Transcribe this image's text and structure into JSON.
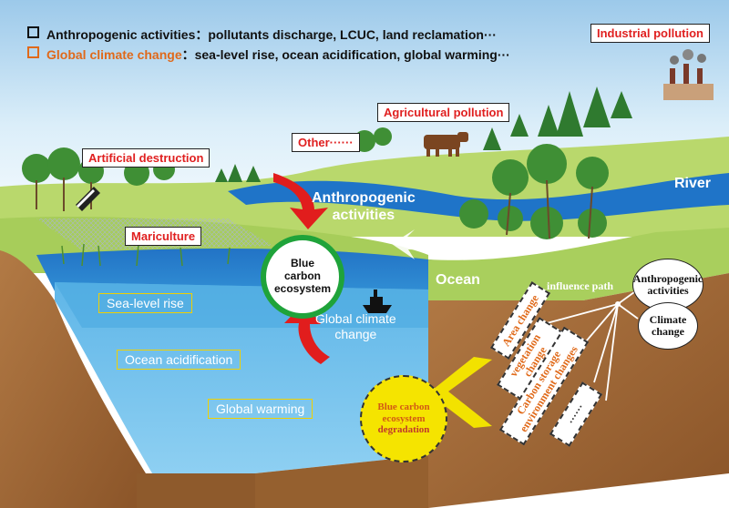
{
  "legend": {
    "row1": "Anthropogenic activities：pollutants discharge, LCUC, land reclamation···",
    "row2": "Global climate change：sea-level rise, ocean acidification, global warming···",
    "row1_color": "#111111",
    "row2_color": "#e0691a"
  },
  "pollution_labels": {
    "industrial": "Industrial pollution",
    "agricultural": "Agricultural pollution",
    "other": "Other······",
    "artificial": "Artificial destruction",
    "mariculture": "Mariculture"
  },
  "water_labels": {
    "river": "River",
    "ocean": "Ocean",
    "anthropogenic": "Anthropogenic\nactivities",
    "climate": "Global climate\nchange"
  },
  "center": {
    "text": "Blue\ncarbon\necosystem"
  },
  "climate_effects": {
    "sea_level": "Sea-level rise",
    "acidification": "Ocean acidification",
    "warming": "Global warming"
  },
  "influence": {
    "path_label": "influence path",
    "driver1": "Anthropogenic\nactivities",
    "driver2": "Climate\nchange",
    "changes": [
      "Area change",
      "vegetation\nchange",
      "Carbon storage\nenvironment changes",
      "······"
    ]
  },
  "degradation": {
    "line1": "Blue carbon\necosystem",
    "line2": "degradation"
  },
  "colors": {
    "sky": "#cfe6f7",
    "land_green": "#b8d86a",
    "ocean_dark": "#1f6fc4",
    "ocean_light": "#3aa0e0",
    "soil": "#a06a3a",
    "accent_red": "#e02020",
    "yellow": "#f5e400"
  },
  "icons": [
    "factory-icon",
    "cow-icon",
    "saw-icon",
    "ship-icon",
    "tree-icon"
  ]
}
